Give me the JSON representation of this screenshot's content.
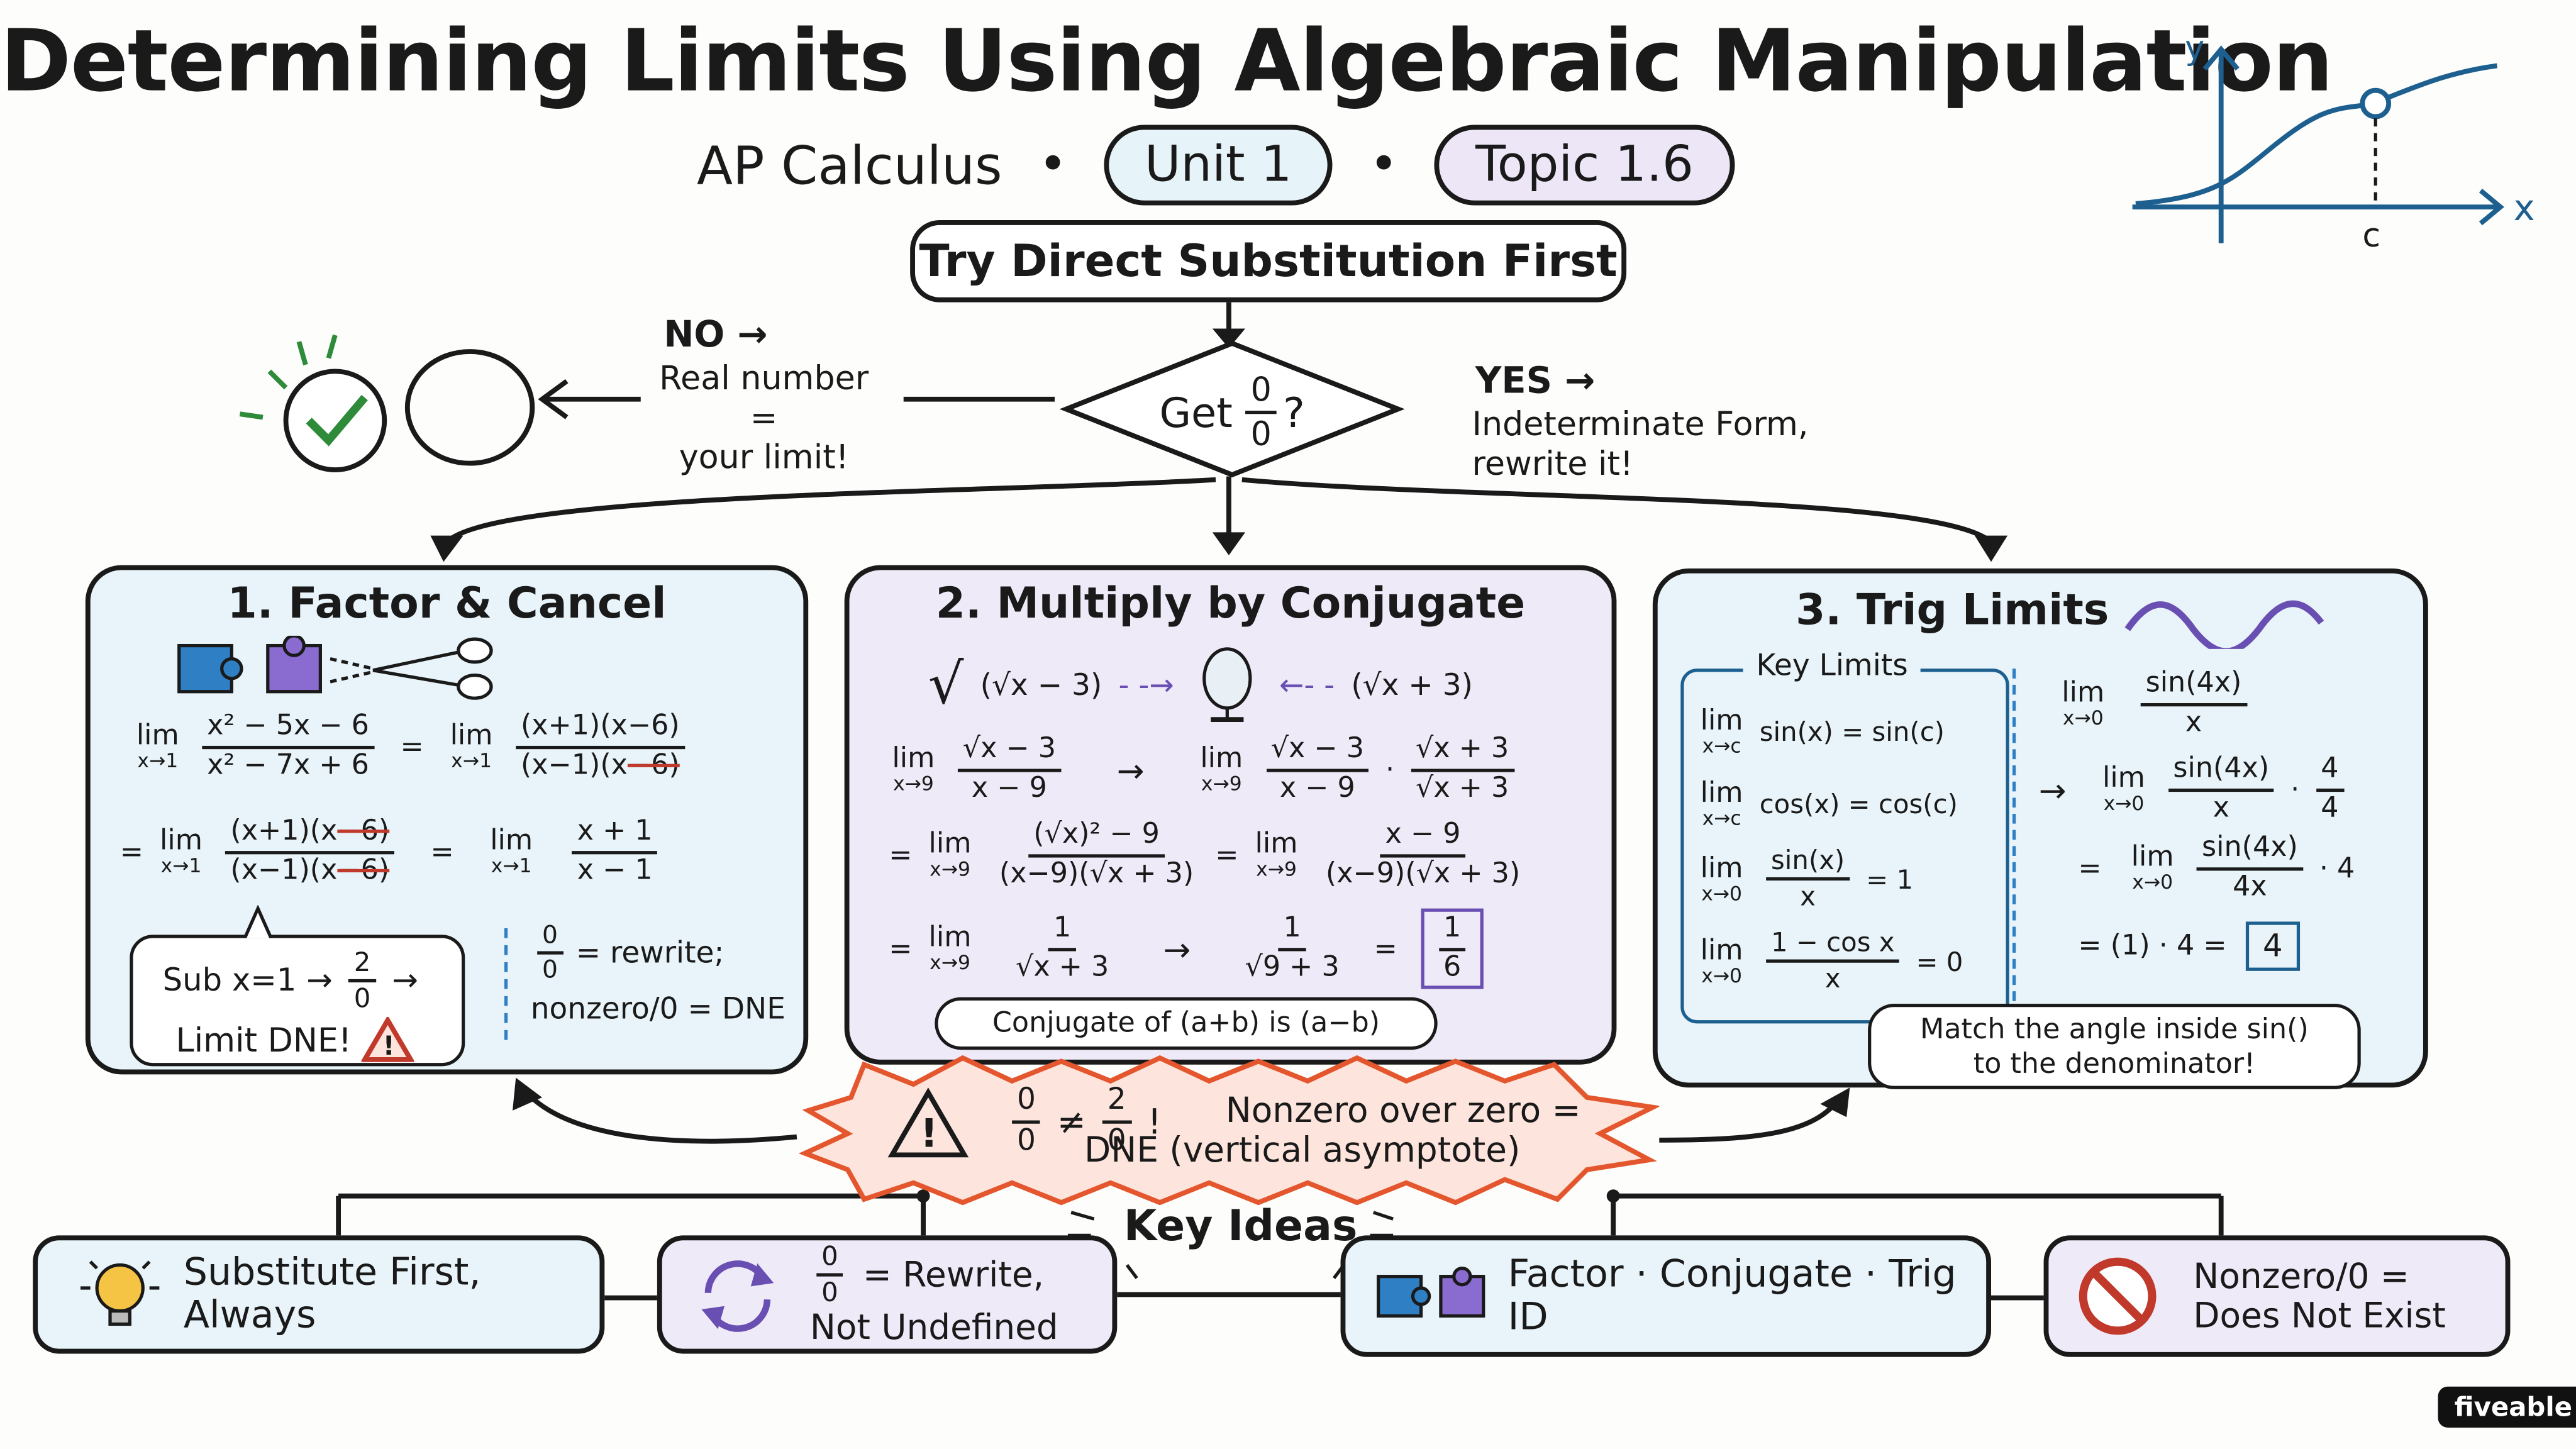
{
  "header": {
    "title": "Determining Limits Using Algebraic Manipulation",
    "course": "AP Calculus",
    "unit": "Unit 1",
    "topic": "Topic 1.6"
  },
  "graph": {
    "y_label": "y",
    "x_label": "x",
    "c_label": "c"
  },
  "flow": {
    "start": "Try Direct Substitution First",
    "decision_prefix": "Get",
    "decision_frac_num": "0",
    "decision_frac_den": "0",
    "decision_suffix": "?",
    "no_label": "NO →",
    "no_text_1": "Real number =",
    "no_text_2": "your limit!",
    "yes_label": "YES →",
    "yes_text_1": "Indeterminate Form,",
    "yes_text_2": "rewrite it!"
  },
  "panel1": {
    "title": "1. Factor & Cancel",
    "lim": "lim",
    "sub": "x→1",
    "eq1_num": "x² − 5x − 6",
    "eq1_den": "x² − 7x + 6",
    "eq1_rhs_num_a": "(x+1)(x−6)",
    "eq1_rhs_den_a": "(x−1)(x",
    "eq1_rhs_den_b": "−6)",
    "eq2_num_a": "(x+1)(x",
    "eq2_num_b": "−6)",
    "eq2_den_a": "(x−1)(x",
    "eq2_den_b": "−6)",
    "eq2_rhs_num": "x + 1",
    "eq2_rhs_den": "x − 1",
    "eq": "=",
    "note_1": "Sub x=1 →",
    "note_frac_num": "2",
    "note_frac_den": "0",
    "note_arrow": "→",
    "note_2": "Limit DNE!",
    "side_frac_num": "0",
    "side_frac_den": "0",
    "side_1": "= rewrite;",
    "side_2": "nonzero/0 = DNE"
  },
  "panel2": {
    "title": "2. Multiply by Conjugate",
    "root_symbol": "√",
    "left_conj": "(√x − 3)",
    "right_conj": "(√x + 3)",
    "lim": "lim",
    "sub": "x→9",
    "r1_num": "√x − 3",
    "r1_den": "x − 9",
    "r1_mult_num": "√x + 3",
    "r1_mult_den": "√x + 3",
    "r2_num": "(√x)² − 9",
    "r2_den": "(x−9)(√x + 3)",
    "r2_rhs_num": "x − 9",
    "r2_rhs_den": "(x−9)(√x + 3)",
    "r3_num": "1",
    "r3_den": "√x + 3",
    "r3_rhs_num": "1",
    "r3_rhs_den": "√9 + 3",
    "ans_num": "1",
    "ans_den": "6",
    "arrow": "→",
    "eq": "=",
    "dot": "·",
    "note": "Conjugate of (a+b) is (a−b)"
  },
  "panel3": {
    "title": "3. Trig Limits",
    "key_title": "Key Limits",
    "lim": "lim",
    "sub_c": "x→c",
    "sub_0": "x→0",
    "k1": "sin(x) = sin(c)",
    "k2": "cos(x) = cos(c)",
    "k3_num": "sin(x)",
    "k3_den": "x",
    "k3_rhs": "= 1",
    "k4_num": "1 − cos x",
    "k4_den": "x",
    "k4_rhs": "= 0",
    "w1_num": "sin(4x)",
    "w1_den": "x",
    "w2_num": "sin(4x)",
    "w2_den": "x",
    "w2_mult_num": "4",
    "w2_mult_den": "4",
    "w3_num": "sin(4x)",
    "w3_den": "4x",
    "w3_rhs": "· 4",
    "w4": "= (1) · 4 =",
    "ans": "4",
    "arrow": "→",
    "eq": "=",
    "dot": "·",
    "note_1": "Match the angle inside sin()",
    "note_2": "to the denominator!"
  },
  "warning": {
    "frac1_num": "0",
    "frac1_den": "0",
    "neq": "≠",
    "frac2_num": "2",
    "frac2_den": "0",
    "bang": "!",
    "text_1": "Nonzero over zero =",
    "text_2": "DNE (vertical asymptote)"
  },
  "key_ideas": {
    "title": "Key Ideas",
    "k1": "Substitute First, Always",
    "k2_frac_num": "0",
    "k2_frac_den": "0",
    "k2_a": "= Rewrite,",
    "k2_b": "Not Undefined",
    "k3": "Factor · Conjugate · Trig ID",
    "k4_a": "Nonzero/0 =",
    "k4_b": "Does Not Exist"
  },
  "brand": "fiveable",
  "colors": {
    "blue_panel": "#e8f4f9",
    "purple_panel": "#efeaf8",
    "warning_fill": "#fde4dc",
    "warning_stroke": "#e4572e",
    "green": "#2e8b3a",
    "graph_blue": "#1d5f8f"
  }
}
